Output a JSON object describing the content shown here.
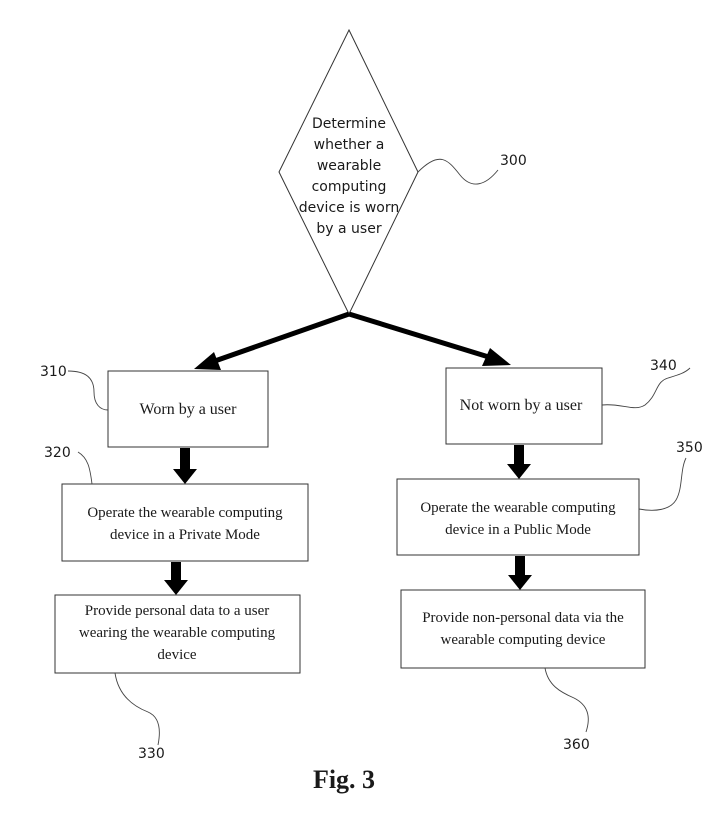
{
  "decision": {
    "lines": [
      "Determine",
      "whether a",
      "wearable",
      "computing",
      "device is worn",
      "by a user"
    ],
    "ref": "300"
  },
  "branches": {
    "left": {
      "condition": {
        "text": "Worn by a user",
        "ref": "310"
      },
      "mode": {
        "lines": [
          "Operate the wearable computing",
          "device in a Private Mode"
        ],
        "ref": "320"
      },
      "result": {
        "lines": [
          "Provide personal data to a user",
          "wearing the wearable computing",
          "device"
        ],
        "ref": "330"
      }
    },
    "right": {
      "condition": {
        "text": "Not worn by a user",
        "ref": "340"
      },
      "mode": {
        "lines": [
          "Operate the wearable computing",
          "device in a Public Mode"
        ],
        "ref": "350"
      },
      "result": {
        "lines": [
          "Provide non-personal data via the",
          "wearable computing device"
        ],
        "ref": "360"
      }
    }
  },
  "caption": "Fig. 3"
}
